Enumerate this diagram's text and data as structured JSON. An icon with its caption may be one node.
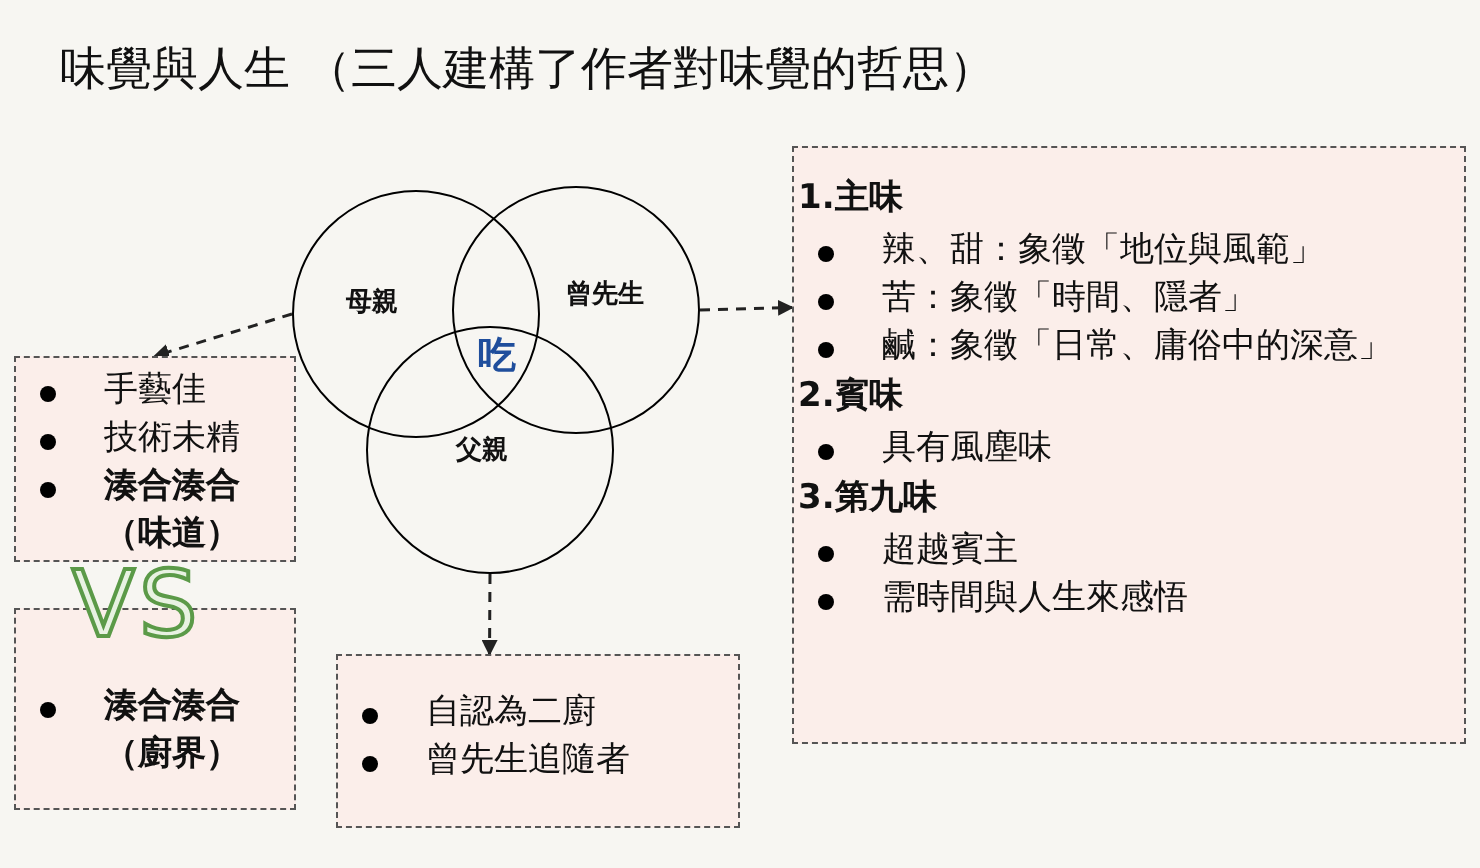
{
  "diagram": {
    "title": "味覺與人生 （三人建構了作者對味覺的哲思）",
    "nodes": [
      {
        "text": [
          "母親"
        ]
      },
      {
        "text": [
          "曾先生"
        ]
      },
      {
        "text": [
          "父親"
        ]
      },
      {
        "text": [
          "手藝佳",
          "技術未精",
          "湊合湊合（味道）"
        ]
      },
      {
        "text": [
          "湊合湊合（廚界）"
        ]
      },
      {
        "text": [
          "自認為二廚",
          "曾先生追隨者"
        ]
      },
      {
        "text": [
          "1.主味",
          "辣、甜：象徵「地位與風範」",
          "苦：象徵「時間、隱者」",
          "鹹：象徵「日常、庸俗中的深意」",
          "2.賓味",
          "具有風塵味",
          "3.第九味",
          "超越賓主",
          "需時間與人生來感悟"
        ]
      }
    ],
    "edges": [
      {
        "from": 0,
        "to": 3,
        "arrow": "to",
        "style": "dashed"
      },
      {
        "from": 1,
        "to": 6,
        "arrow": "to",
        "style": "dashed"
      },
      {
        "from": 2,
        "to": 5,
        "arrow": "to",
        "style": "dashed"
      }
    ],
    "labels": [
      "吃",
      "VS"
    ]
  }
}
